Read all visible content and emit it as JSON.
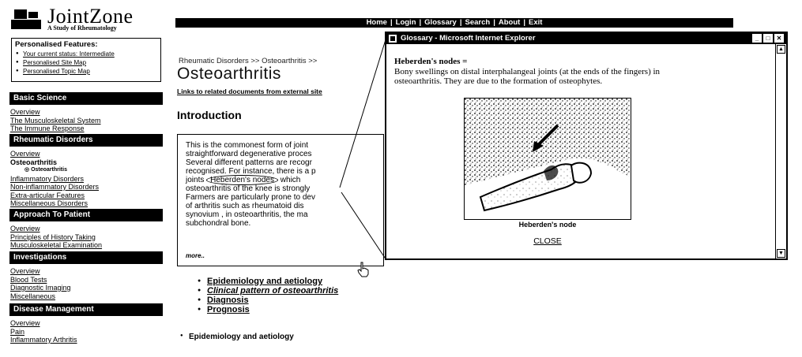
{
  "header": {
    "logo_title": "JointZone",
    "logo_subtitle": "A Study of Rheumatology"
  },
  "personalised": {
    "title": "Personalised Features:",
    "items": [
      "Your current status: Intermediate",
      "Personalised Site Map",
      "Personalised Topic Map"
    ]
  },
  "sidebar": {
    "basic_science": {
      "label": "Basic Science",
      "links": [
        "Overview",
        "The Musculoskeletal System",
        "The Immune Response"
      ]
    },
    "rheumatic": {
      "label": "Rheumatic Disorders",
      "links": [
        "Overview",
        "Osteoarthritis",
        "Osteoarthritis",
        "Inflammatory Disorders",
        "Non-inflammatory Disorders",
        "Extra-articular Features",
        "Miscellaneous Disorders"
      ]
    },
    "approach": {
      "label": "Approach To Patient",
      "links": [
        "Overview",
        "Principles of History Taking",
        "Musculoskeletal Examination"
      ]
    },
    "investigations": {
      "label": "Investigations",
      "links": [
        "Overview",
        "Blood Tests",
        "Diagnostic Imaging",
        "Miscellaneous"
      ]
    },
    "disease": {
      "label": "Disease Management",
      "links": [
        "Overview",
        "Pain",
        "Inflammatory Arthritis"
      ]
    }
  },
  "topnav": {
    "items": [
      "Home",
      "Login",
      "Glossary",
      "Search",
      "About",
      "Exit"
    ],
    "separator": "|"
  },
  "main": {
    "breadcrumb": "Rheumatic Disorders >> Osteoarthritis >>",
    "title": "Osteoarthritis",
    "related_link": "Links to related documents from external site",
    "intro_heading": "Introduction",
    "intro_lines": [
      "This is the commonest form of joint",
      "straightforward degenerative proces",
      "Several different patterns are recogr",
      "recognised. For instance, there is a p",
      "joints",
      "osteoarthritis of the knee is strongly",
      "Farmers are particularly prone to dev",
      "of arthritis such as rheumatoid dis",
      "synovium , in osteoarthritis, the ma",
      "subchondral bone."
    ],
    "intro_circled": "Heberden's nodes",
    "intro_after_circled": "which",
    "more": "more..",
    "toc": [
      "Epidemiology and aetiology",
      "Clinical pattern of osteoarthritis",
      "Diagnosis",
      "Prognosis"
    ],
    "section_heading": "Epidemiology and aetiology"
  },
  "popup": {
    "window_title": "Glossary - Microsoft Internet Explorer",
    "term": "Heberden's nodes =",
    "definition_line1": "Bony swellings on distal interphalangeal joints (at the ends of the fingers) in",
    "definition_line2": "osteoarthritis. They are due to the formation of osteophytes.",
    "caption": "Heberden's node",
    "close": "CLOSE"
  },
  "colors": {
    "primary": "#000000",
    "background": "#ffffff"
  }
}
